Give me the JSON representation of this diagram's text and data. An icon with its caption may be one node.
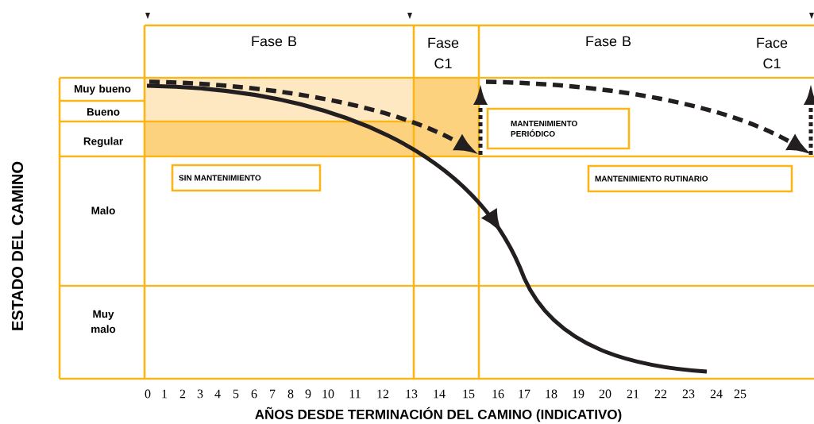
{
  "diagram": {
    "nodes": [
      {
        "text": [
          "SIN MANTENIMIENTO"
        ]
      },
      {
        "text": [
          "MANTENIMIENTO PERIÓDICO"
        ]
      },
      {
        "text": [
          "MANTENIMIENTO RUTINARIO"
        ]
      }
    ],
    "labels": [
      "Fase B",
      "Fase C1",
      "Fase B",
      "Face C1",
      "Muy bueno",
      "Bueno",
      "Regular",
      "Malo",
      "Muy malo",
      "ESTADO DEL CAMINO",
      "0",
      "1",
      "2",
      "3",
      "4",
      "5",
      "6",
      "7",
      "8",
      "9",
      "10",
      "11",
      "12",
      "13",
      "14",
      "15",
      "16",
      "17",
      "18",
      "19",
      "20",
      "21",
      "22",
      "23",
      "24",
      "25",
      "AÑOS DESDE TERMINACIÓN DEL CAMINO (INDICATIVO)"
    ]
  }
}
